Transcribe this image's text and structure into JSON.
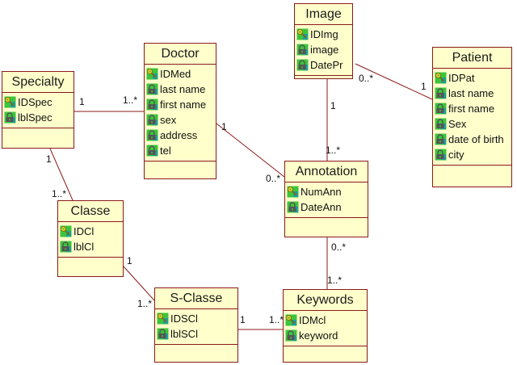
{
  "classes": {
    "image": {
      "name": "Image",
      "attributes": [
        {
          "label": "IDImg",
          "icon": "key-icon"
        },
        {
          "label": "image",
          "icon": "lock-icon"
        },
        {
          "label": "DatePr",
          "icon": "lock-icon"
        }
      ]
    },
    "doctor": {
      "name": "Doctor",
      "attributes": [
        {
          "label": "IDMed",
          "icon": "key-icon"
        },
        {
          "label": "last name",
          "icon": "lock-icon"
        },
        {
          "label": "first name",
          "icon": "lock-icon"
        },
        {
          "label": "sex",
          "icon": "lock-icon"
        },
        {
          "label": "address",
          "icon": "lock-icon"
        },
        {
          "label": "tel",
          "icon": "lock-icon"
        }
      ]
    },
    "specialty": {
      "name": "Specialty",
      "attributes": [
        {
          "label": "IDSpec",
          "icon": "key-icon"
        },
        {
          "label": "lblSpec",
          "icon": "lock-icon"
        }
      ]
    },
    "patient": {
      "name": "Patient",
      "attributes": [
        {
          "label": "IDPat",
          "icon": "key-icon"
        },
        {
          "label": "last name",
          "icon": "lock-icon"
        },
        {
          "label": "first name",
          "icon": "lock-icon"
        },
        {
          "label": "Sex",
          "icon": "lock-icon"
        },
        {
          "label": "date of birth",
          "icon": "lock-icon"
        },
        {
          "label": "city",
          "icon": "lock-icon"
        }
      ]
    },
    "annotation": {
      "name": "Annotation",
      "attributes": [
        {
          "label": "NumAnn",
          "icon": "key-icon"
        },
        {
          "label": "DateAnn",
          "icon": "lock-icon"
        }
      ]
    },
    "classe": {
      "name": "Classe",
      "attributes": [
        {
          "label": "IDCl",
          "icon": "key-icon"
        },
        {
          "label": "lblCl",
          "icon": "lock-icon"
        }
      ]
    },
    "sclasse": {
      "name": "S-Classe",
      "attributes": [
        {
          "label": "IDSCl",
          "icon": "key-icon"
        },
        {
          "label": "lblSCl",
          "icon": "lock-icon"
        }
      ]
    },
    "keywords": {
      "name": "Keywords",
      "attributes": [
        {
          "label": "IDMcl",
          "icon": "key-icon"
        },
        {
          "label": "keyword",
          "icon": "lock-icon"
        }
      ]
    }
  },
  "associations": [
    {
      "from": "specialty",
      "to": "doctor",
      "from_mult": "1",
      "to_mult": "1..*"
    },
    {
      "from": "image",
      "to": "patient",
      "from_mult": "0..*",
      "to_mult": "1"
    },
    {
      "from": "doctor",
      "to": "annotation",
      "from_mult": "1",
      "to_mult": "0..*"
    },
    {
      "from": "image",
      "to": "annotation",
      "from_mult": "1",
      "to_mult": "1..*"
    },
    {
      "from": "specialty",
      "to": "classe",
      "from_mult": "1",
      "to_mult": "1..*"
    },
    {
      "from": "annotation",
      "to": "keywords",
      "from_mult": "0..*",
      "to_mult": "1..*"
    },
    {
      "from": "classe",
      "to": "sclasse",
      "from_mult": "1",
      "to_mult": "1..*"
    },
    {
      "from": "sclasse",
      "to": "keywords",
      "from_mult": "1",
      "to_mult": "1..*"
    }
  ],
  "colors": {
    "class_fill": "#ffffcc",
    "class_border": "#8b1a1a",
    "line": "#8b1a1a",
    "key_icon": "#e8c82a",
    "icon_teal": "#1f9e9e",
    "lock_icon": "#555555",
    "icon_green": "#3cc43c"
  }
}
